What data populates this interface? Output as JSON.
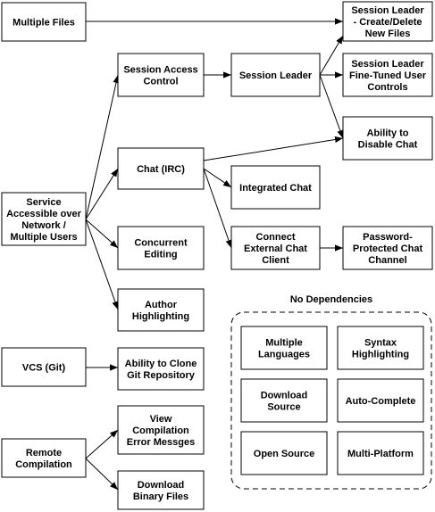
{
  "nodes": {
    "multiple_files": "Multiple Files",
    "session_leader_create": [
      "Session Leader",
      "- Create/Delete",
      "New Files"
    ],
    "session_access": [
      "Session Access",
      "Control"
    ],
    "session_leader": "Session Leader",
    "session_leader_fine": [
      "Session Leader",
      "Fine-Tuned User",
      "Controls"
    ],
    "disable_chat": [
      "Ability to",
      "Disable Chat"
    ],
    "chat_irc": "Chat (IRC)",
    "integrated_chat": "Integrated Chat",
    "service_accessible": [
      "Service",
      "Accessible over",
      "Network /",
      "Multiple Users"
    ],
    "connect_external": [
      "Connect",
      "External Chat",
      "Client"
    ],
    "password_chat": [
      "Password-",
      "Protected Chat",
      "Channel"
    ],
    "concurrent_editing": [
      "Concurrent",
      "Editing"
    ],
    "author_highlighting": [
      "Author",
      "Highlighting"
    ],
    "vcs_git": "VCS (Git)",
    "clone_git": [
      "Ability to Clone",
      "Git Repository"
    ],
    "view_compilation": [
      "View",
      "Compilation",
      "Error Messges"
    ],
    "remote_compilation": [
      "Remote",
      "Compilation"
    ],
    "download_binary": [
      "Download",
      "Binary Files"
    ],
    "multiple_languages": [
      "Multiple",
      "Languages"
    ],
    "syntax_highlighting": [
      "Syntax",
      "Highlighting"
    ],
    "download_source": [
      "Download",
      "Source"
    ],
    "auto_complete": "Auto-Complete",
    "open_source": "Open Source",
    "multi_platform": "Multi-Platform"
  },
  "group_title": "No Dependencies"
}
